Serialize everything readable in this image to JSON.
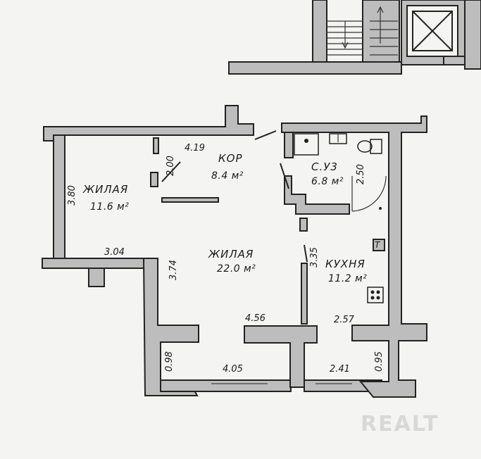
{
  "rooms": [
    {
      "name": "ЖИЛАЯ",
      "area": "11.6 м²"
    },
    {
      "name": "КОР",
      "area": "8.4 м²"
    },
    {
      "name": "С.У3",
      "area": "6.8 м²"
    },
    {
      "name": "ЖИЛАЯ",
      "area": "22.0 м²"
    },
    {
      "name": "КУХНЯ",
      "area": "11.2 м²"
    }
  ],
  "dimensions": [
    "4.19",
    "2.00",
    "3.80",
    "3.04",
    "3.74",
    "2.50",
    "3.35",
    "4.56",
    "2.57",
    "0.98",
    "4.05",
    "2.41",
    "0.95"
  ],
  "watermark": "REALT"
}
